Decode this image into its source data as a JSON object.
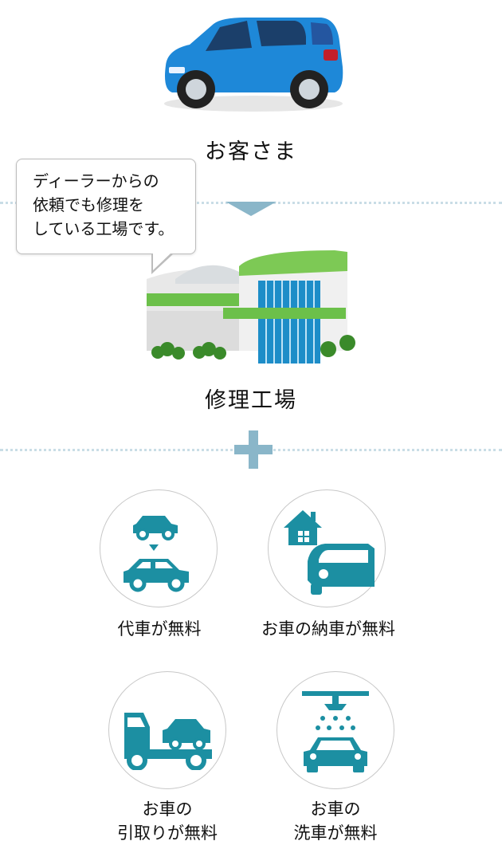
{
  "customer": {
    "label": "お客さま"
  },
  "speech_bubble": {
    "lines": [
      "ディーラーからの",
      "依頼でも修理を",
      "している工場です。"
    ]
  },
  "factory": {
    "label": "修理工場"
  },
  "services": [
    {
      "lines": [
        "代車が無料"
      ],
      "icon": "car-swap-icon"
    },
    {
      "lines": [
        "お車の納車が無料"
      ],
      "icon": "house-car-icon"
    },
    {
      "lines": [
        "お車の",
        "引取りが無料"
      ],
      "icon": "tow-truck-icon"
    },
    {
      "lines": [
        "お車の",
        "洗車が無料"
      ],
      "icon": "car-wash-icon"
    }
  ],
  "colors": {
    "accent": "#1c8fa2",
    "car_blue": "#1e88d8",
    "divider": "#c9dde6",
    "arrow": "#8ab6c9",
    "green": "#6cc04a"
  }
}
